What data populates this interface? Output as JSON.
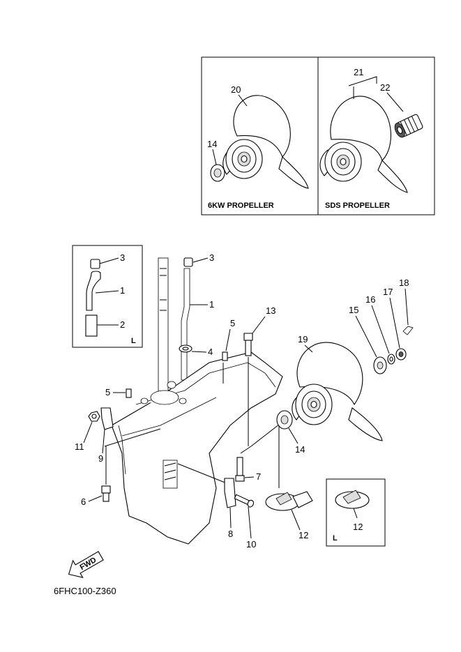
{
  "diagram_code": "6FHC100-Z360",
  "insets": {
    "propeller_6kw": {
      "caption": "6KW PROPELLER"
    },
    "propeller_sds": {
      "caption": "SDS PROPELLER"
    },
    "hose_l": {
      "caption": "L"
    },
    "anode_l": {
      "caption": "L"
    }
  },
  "fwd_arrow_text": "FWD",
  "callouts": {
    "c20": "20",
    "c14_top": "14",
    "c21": "21",
    "c22": "22",
    "c3_inset": "3",
    "c1_inset": "1",
    "c2_inset": "2",
    "c3": "3",
    "c1": "1",
    "c4": "4",
    "c5_top": "5",
    "c13": "13",
    "c5_left": "5",
    "c11": "11",
    "c9": "9",
    "c6": "6",
    "c7": "7",
    "c8": "8",
    "c10": "10",
    "c12": "12",
    "c14": "14",
    "c19": "19",
    "c15": "15",
    "c16": "16",
    "c17": "17",
    "c18": "18",
    "c12_inset": "12"
  }
}
